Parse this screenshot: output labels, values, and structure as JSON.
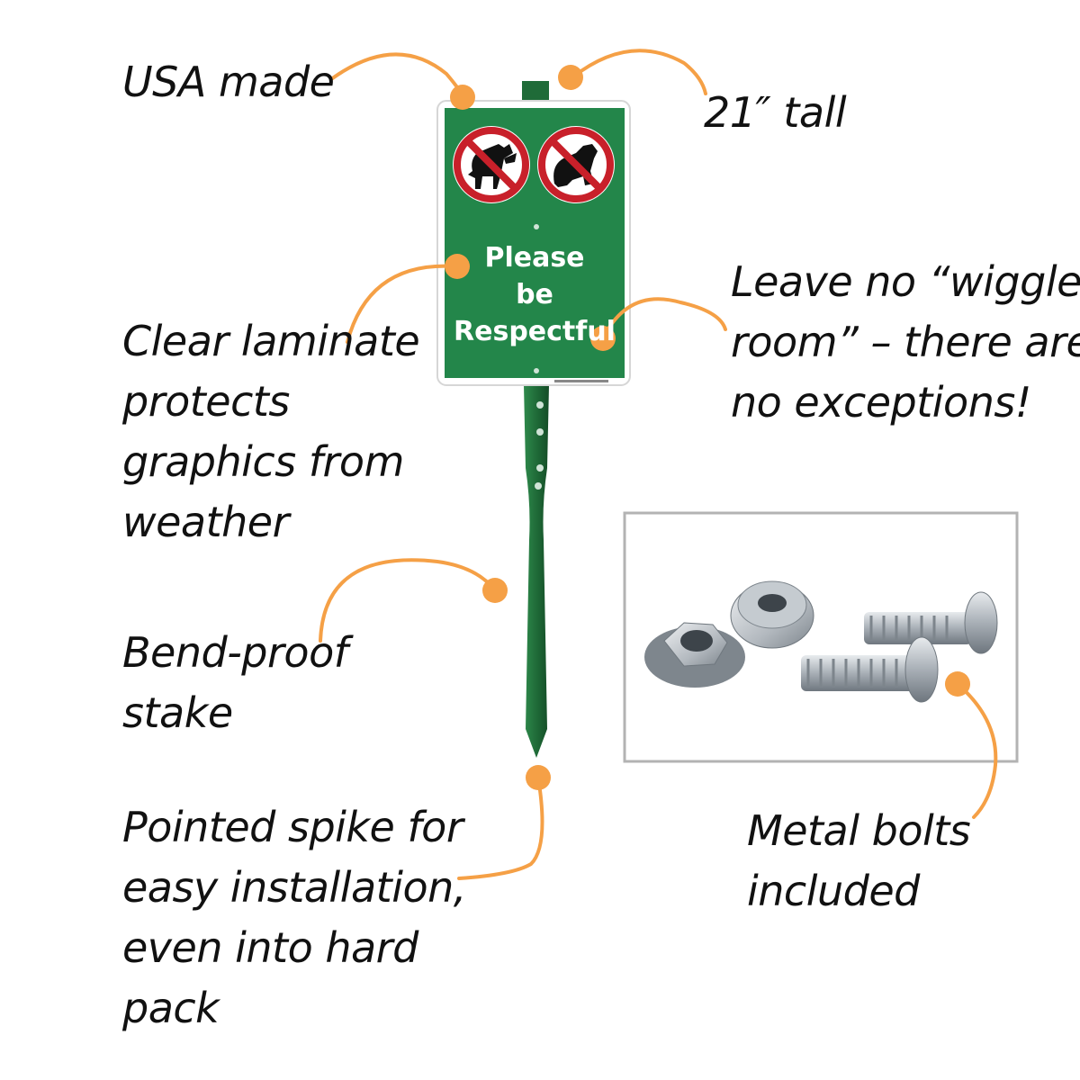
{
  "callouts": {
    "usa_made": [
      "USA made"
    ],
    "tall": [
      "21″ tall"
    ],
    "laminate": [
      "Clear laminate",
      "protects",
      "graphics from",
      "weather"
    ],
    "wiggle": [
      "Leave no “wiggle",
      "room” – there are",
      "no exceptions!"
    ],
    "bend_proof": [
      "Bend-proof",
      "stake"
    ],
    "spike": [
      "Pointed spike for",
      "easy installation,",
      "even into hard",
      "pack"
    ],
    "bolts": [
      "Metal bolts",
      "included"
    ]
  },
  "sign": {
    "lines": [
      "Please",
      "be",
      "Respectful"
    ],
    "icons": [
      "no-dog-peeing-icon",
      "no-dog-pooping-icon"
    ]
  },
  "colors": {
    "sign_green": "#23864a",
    "stake_green": "#1f6b38",
    "callout_orange": "#f5a046",
    "prohibition_red": "#c8202a"
  }
}
